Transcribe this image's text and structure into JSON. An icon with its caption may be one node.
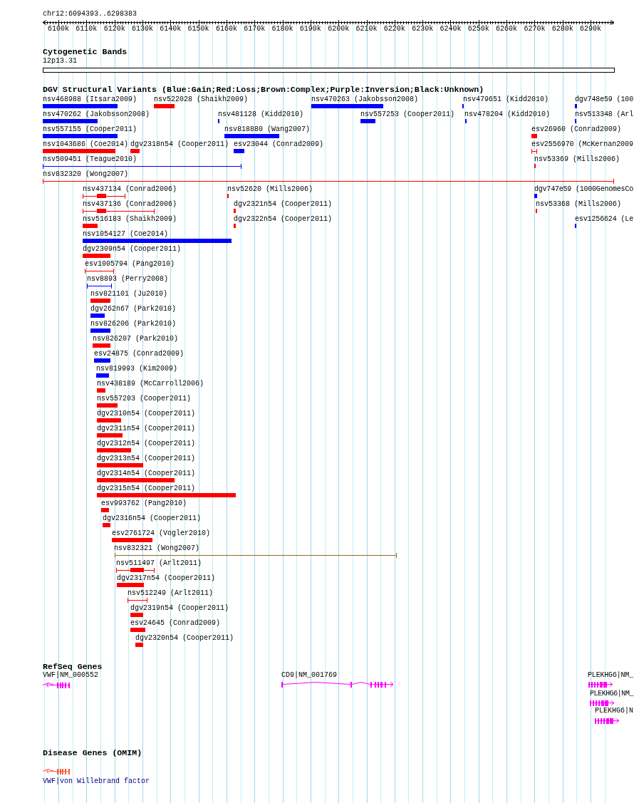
{
  "diagram": {
    "labels": [
      "chr12:6094393..6298383",
      "6100k",
      "6110k",
      "6120k",
      "6130k",
      "6140k",
      "6150k",
      "6160k",
      "6170k",
      "6180k",
      "6190k",
      "6200k",
      "6210k",
      "6220k",
      "6230k",
      "6240k",
      "6250k",
      "6260k",
      "6270k",
      "6280k",
      "6290k",
      "Cytogenetic Bands",
      "12p13.31",
      "DGV Structural Variants (Blue:Gain;Red:Loss;Brown:Complex;Purple:Inversion;Black:Unknown)",
      "nsv468988 (Itsara2009)",
      "nsv522028 (Shaikh2009)",
      "nsv470263 (Jakobsson2008)",
      "nsv479651 (Kidd2010)",
      "dgv748e59 (100",
      "nsv470262 (Jakobsson2008)",
      "nsv481128 (Kidd2010)",
      "nsv557253 (Cooper2011)",
      "nsv478204 (Kidd2010)",
      "nsv513348 (Arl",
      "nsv557155 (Cooper2011)",
      "nsv818880 (Wang2007)",
      "esv26960 (Conrad2009)",
      "nsv1043686 (Coe2014)",
      "dgv2318n54 (Cooper2011)",
      "esv23044 (Conrad2009)",
      "esv2556970 (McKernan2009",
      "nsv509451 (Teague2010)",
      "nsv53369 (Mills2006)",
      "nsv832320 (Wong2007)",
      "nsv437134 (Conrad2006)",
      "nsv52620 (Mills2006)",
      "dgv747e59 (1000GenomesCo",
      "nsv437136 (Conrad2006)",
      "dgv2321n54 (Cooper2011)",
      "nsv53368 (Mills2006)",
      "nsv516183 (Shaikh2009)",
      "dgv2322n54 (Cooper2011)",
      "esv1256624 (Le",
      "nsv1054127 (Coe2014)",
      "dgv2309n54 (Cooper2011)",
      "esv1005794 (Pang2010)",
      "nsv8893 (Perry2008)",
      "nsv821101 (Ju2010)",
      "dgv262n67 (Park2010)",
      "nsv826206 (Park2010)",
      "nsv826207 (Park2010)",
      "esv24875 (Conrad2009)",
      "nsv819993 (Kim2009)",
      "nsv438189 (McCarroll2006)",
      "nsv557203 (Cooper2011)",
      "dgv2310n54 (Cooper2011)",
      "dgv2311n54 (Cooper2011)",
      "dgv2312n54 (Cooper2011)",
      "dgv2313n54 (Cooper2011)",
      "dgv2314n54 (Cooper2011)",
      "dgv2315n54 (Cooper2011)",
      "esv993762 (Pang2010)",
      "dgv2316n54 (Cooper2011)",
      "esv2761724 (Vogler2010)",
      "nsv832321 (Wong2007)",
      "nsv511497 (Arlt2011)",
      "dgv2317n54 (Cooper2011)",
      "nsv512249 (Arlt2011)",
      "dgv2319n54 (Cooper2011)",
      "esv24645 (Conrad2009)",
      "dgv2320n54 (Cooper2011)",
      "RefSeq Genes",
      "VWF|NM_000552",
      "CD9|NM_001769",
      "PLEKHG6|NM_",
      "PLEKHG6|NM_",
      "PLEKHG6|N",
      "Disease Genes (OMIM)",
      "VWF|von Willebrand factor"
    ]
  }
}
